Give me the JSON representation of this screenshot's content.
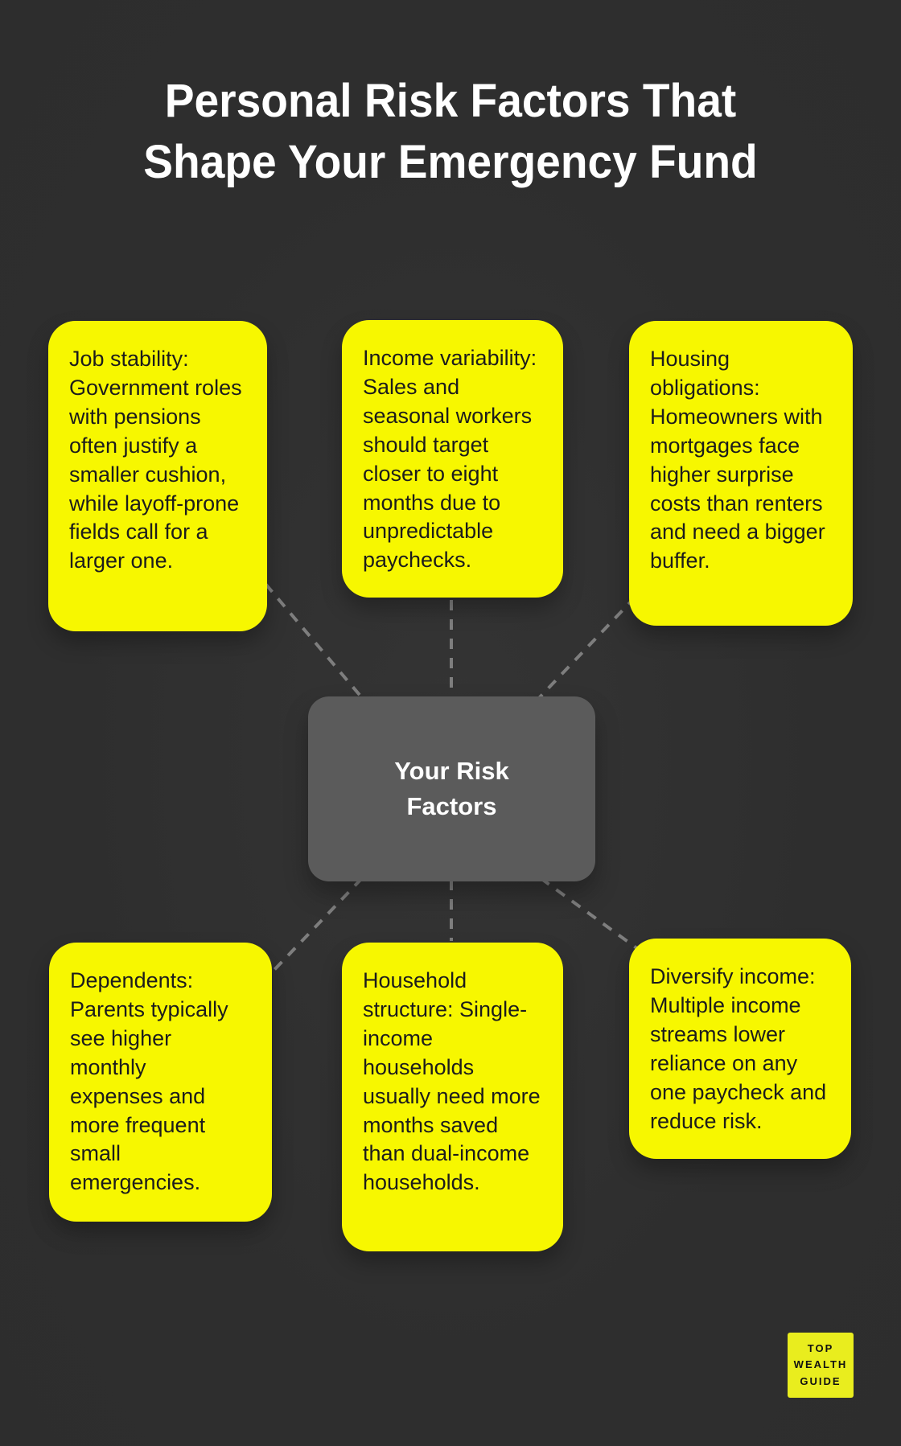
{
  "title": {
    "lines": [
      "Personal Risk Factors That",
      "Shape Your Emergency Fund"
    ]
  },
  "center_node": {
    "label": "Your Risk Factors"
  },
  "cards": [
    {
      "id": "job-stability",
      "text": "Job stability: Government roles with pensions often justify a smaller cushion, while layoff-prone fields call for a larger one."
    },
    {
      "id": "income-variability",
      "text": "Income variability: Sales and seasonal workers should target closer to eight months due to unpredictable paychecks."
    },
    {
      "id": "housing-obligations",
      "text": "Housing obligations: Homeowners with mortgages face higher surprise costs than renters and need a bigger buffer."
    },
    {
      "id": "dependents",
      "text": "Dependents: Parents typically see higher monthly expenses and more frequent small emergencies."
    },
    {
      "id": "household-structure",
      "text": "Household structure: Single-income households usually need more months saved than dual-income households."
    },
    {
      "id": "diversify-income",
      "text": "Diversify income: Multiple income streams lower reliance on any one paycheck and reduce risk."
    }
  ],
  "logo": {
    "lines": [
      "TOP",
      "WEALTH",
      "GUIDE"
    ]
  },
  "colors": {
    "background": "#2e2e2e",
    "card_yellow": "#f7f700",
    "node_gray": "#5b5b5b",
    "connector_gray": "#7e7e7e",
    "title_white": "#ffffff",
    "card_text": "#1c1c1c",
    "logo_yellow": "#e9ed1e",
    "logo_text": "#111111"
  }
}
